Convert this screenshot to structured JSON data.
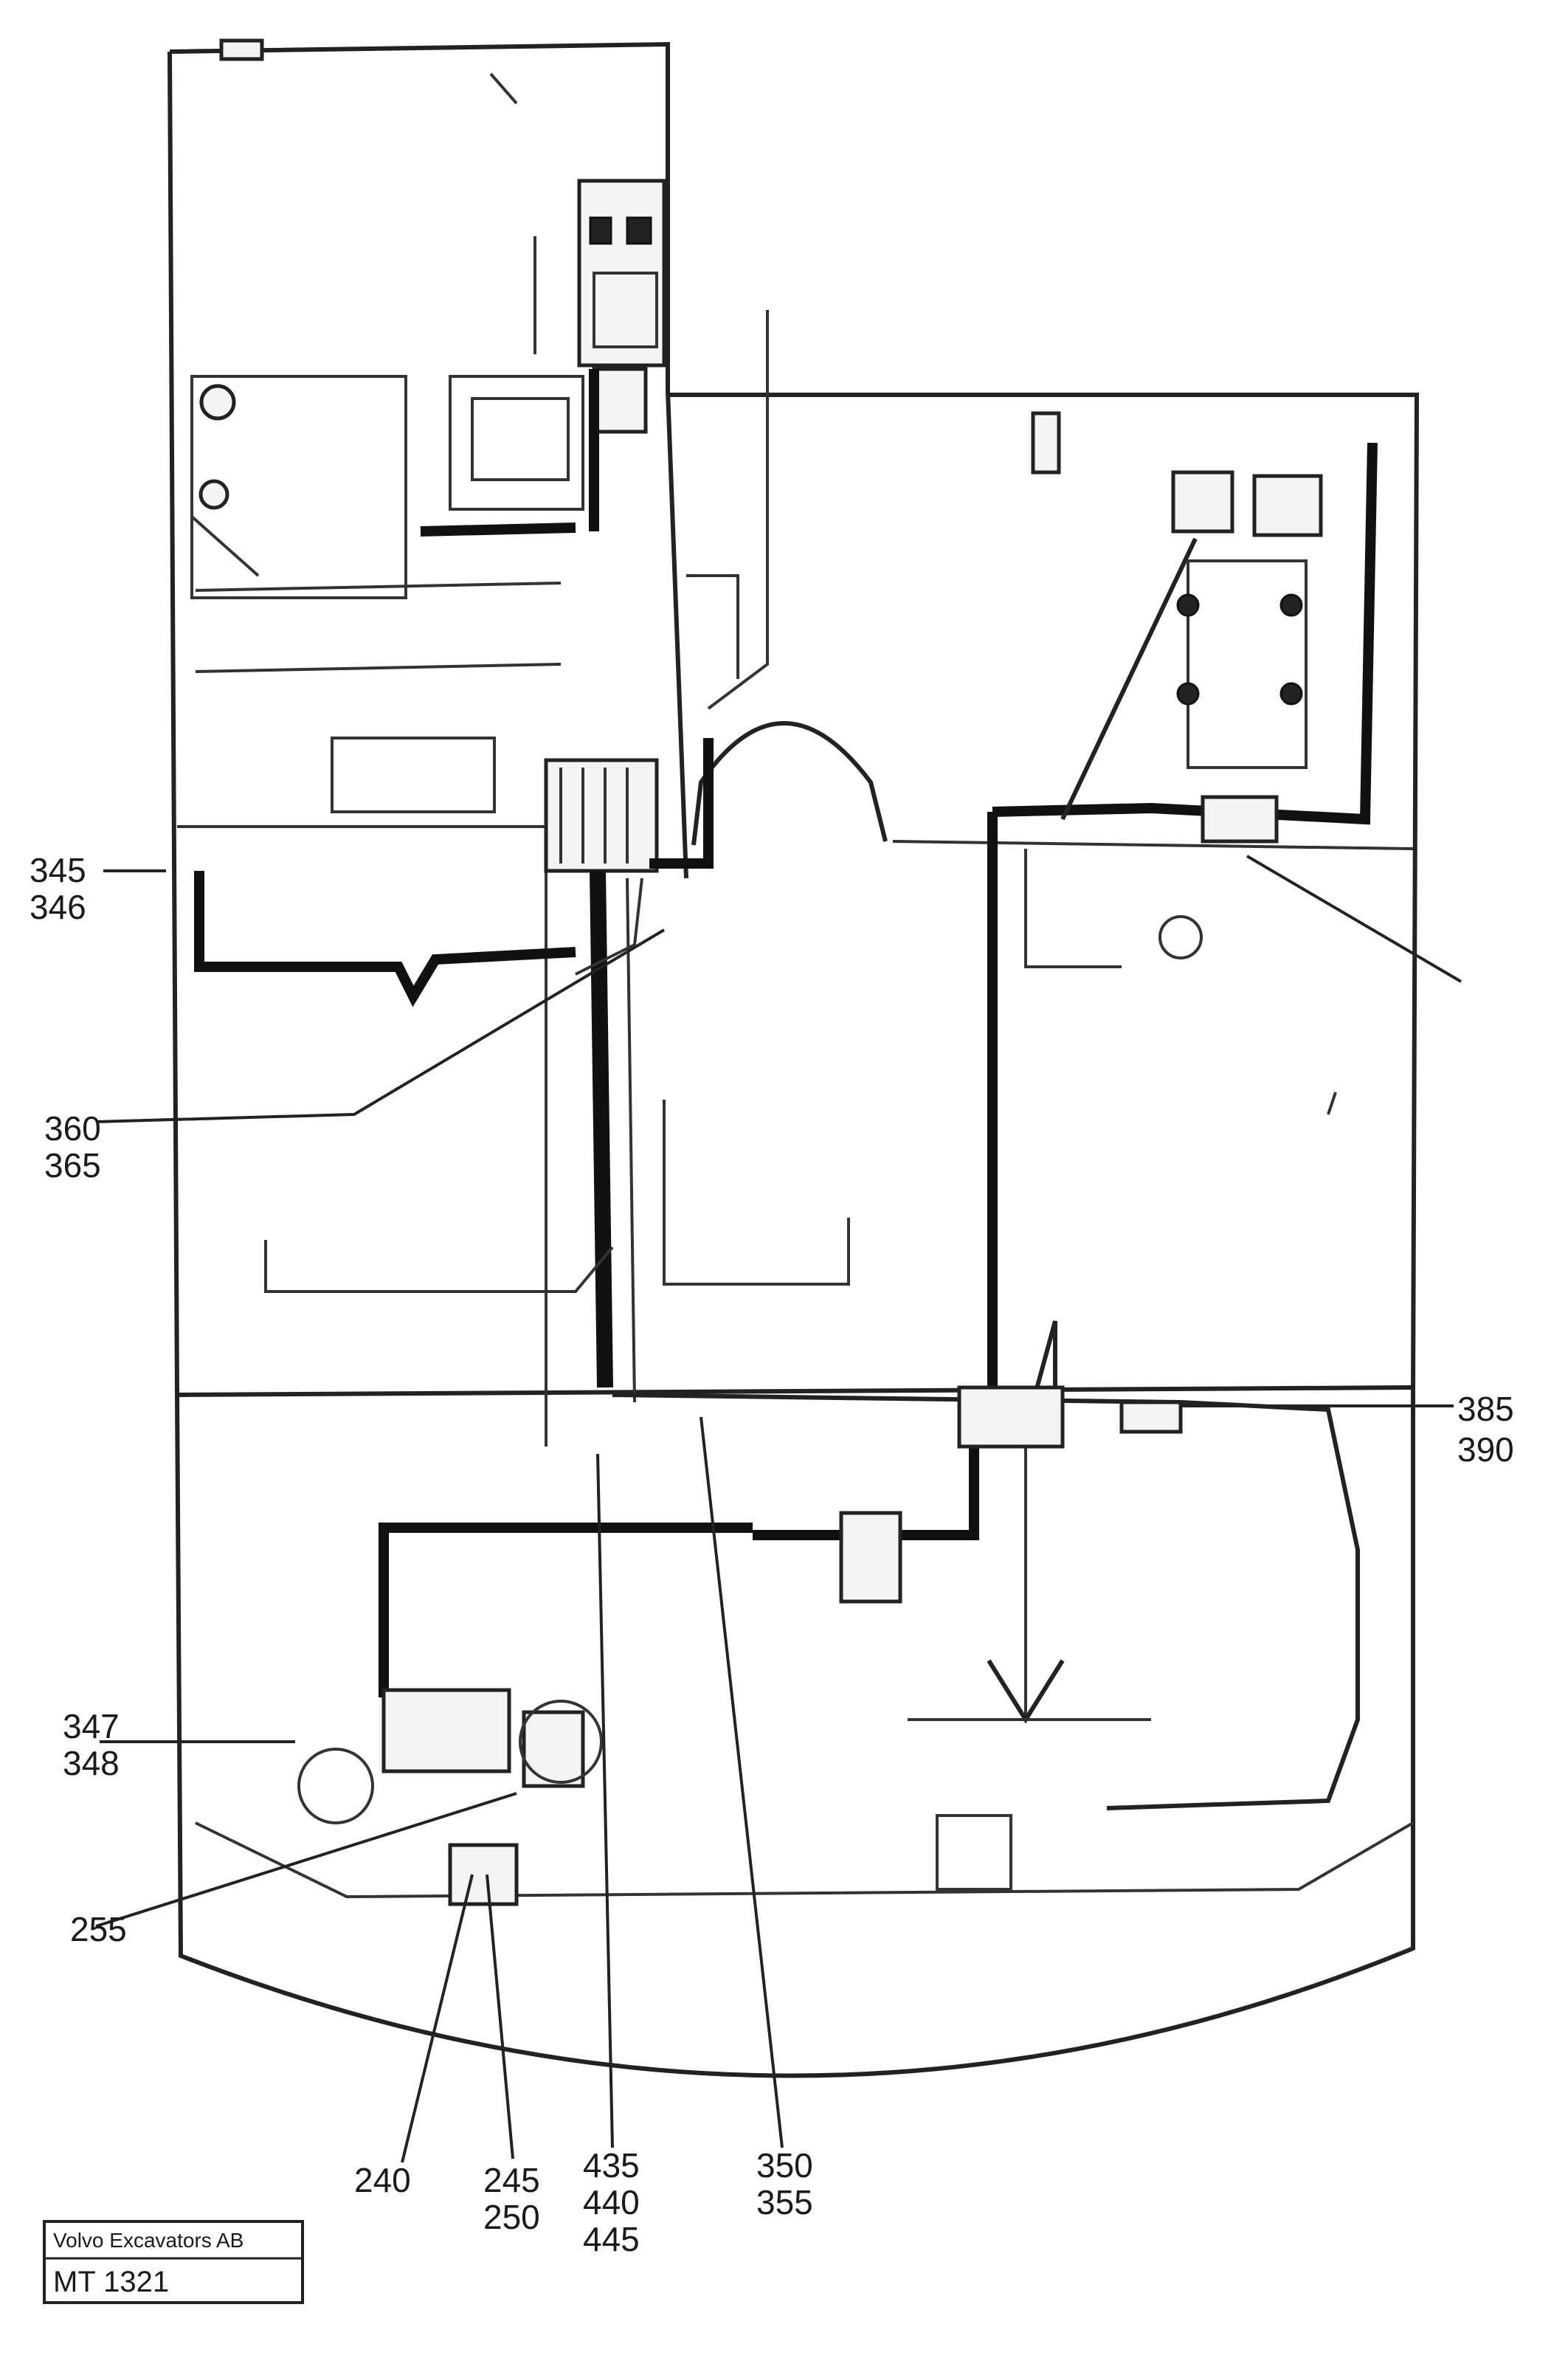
{
  "callouts": [
    {
      "id": "c345",
      "lines": [
        "345",
        "346"
      ]
    },
    {
      "id": "c360",
      "lines": [
        "360",
        "365"
      ]
    },
    {
      "id": "c385",
      "lines": [
        "385",
        "390"
      ]
    },
    {
      "id": "c347",
      "lines": [
        "347",
        "348"
      ]
    },
    {
      "id": "c255",
      "lines": [
        "255"
      ]
    },
    {
      "id": "c240",
      "lines": [
        "240"
      ]
    },
    {
      "id": "c245",
      "lines": [
        "245",
        "250"
      ]
    },
    {
      "id": "c435",
      "lines": [
        "435",
        "440",
        "445"
      ]
    },
    {
      "id": "c350",
      "lines": [
        "350",
        "355"
      ]
    }
  ],
  "title_block": {
    "company": "Volvo Excavators AB",
    "drawing_no": "MT 1321"
  }
}
